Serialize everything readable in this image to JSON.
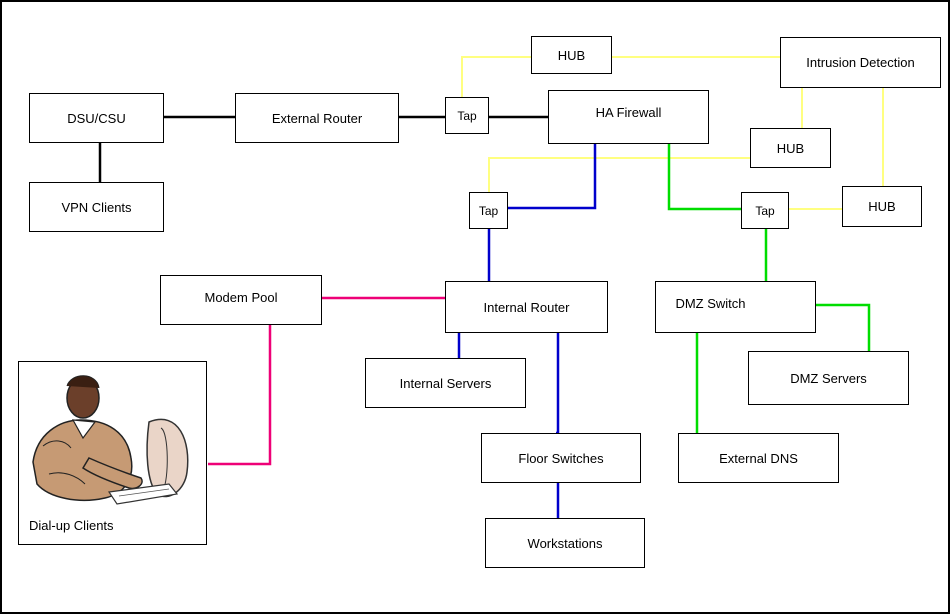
{
  "nodes": {
    "dsu_csu": "DSU/CSU",
    "vpn_clients": "VPN Clients",
    "external_router": "External Router",
    "tap_top": "Tap",
    "hub_top": "HUB",
    "ha_firewall": "HA Firewall",
    "intrusion_detection": "Intrusion Detection",
    "hub_mid": "HUB",
    "hub_right": "HUB",
    "tap_left": "Tap",
    "tap_right": "Tap",
    "modem_pool": "Modem Pool",
    "internal_router": "Internal Router",
    "dmz_switch": "DMZ Switch",
    "internal_servers": "Internal Servers",
    "dmz_servers": "DMZ Servers",
    "floor_switches": "Floor Switches",
    "external_dns": "External DNS",
    "workstations": "Workstations",
    "dialup_clients": "Dial-up Clients"
  },
  "colors": {
    "external_link": "#000000",
    "monitor_link": "#ffff80",
    "internal_link": "#0000cc",
    "dmz_link": "#00dd00",
    "dialup_link": "#ee0077"
  },
  "icons": {
    "dialup": "person-at-computer-clipart"
  }
}
